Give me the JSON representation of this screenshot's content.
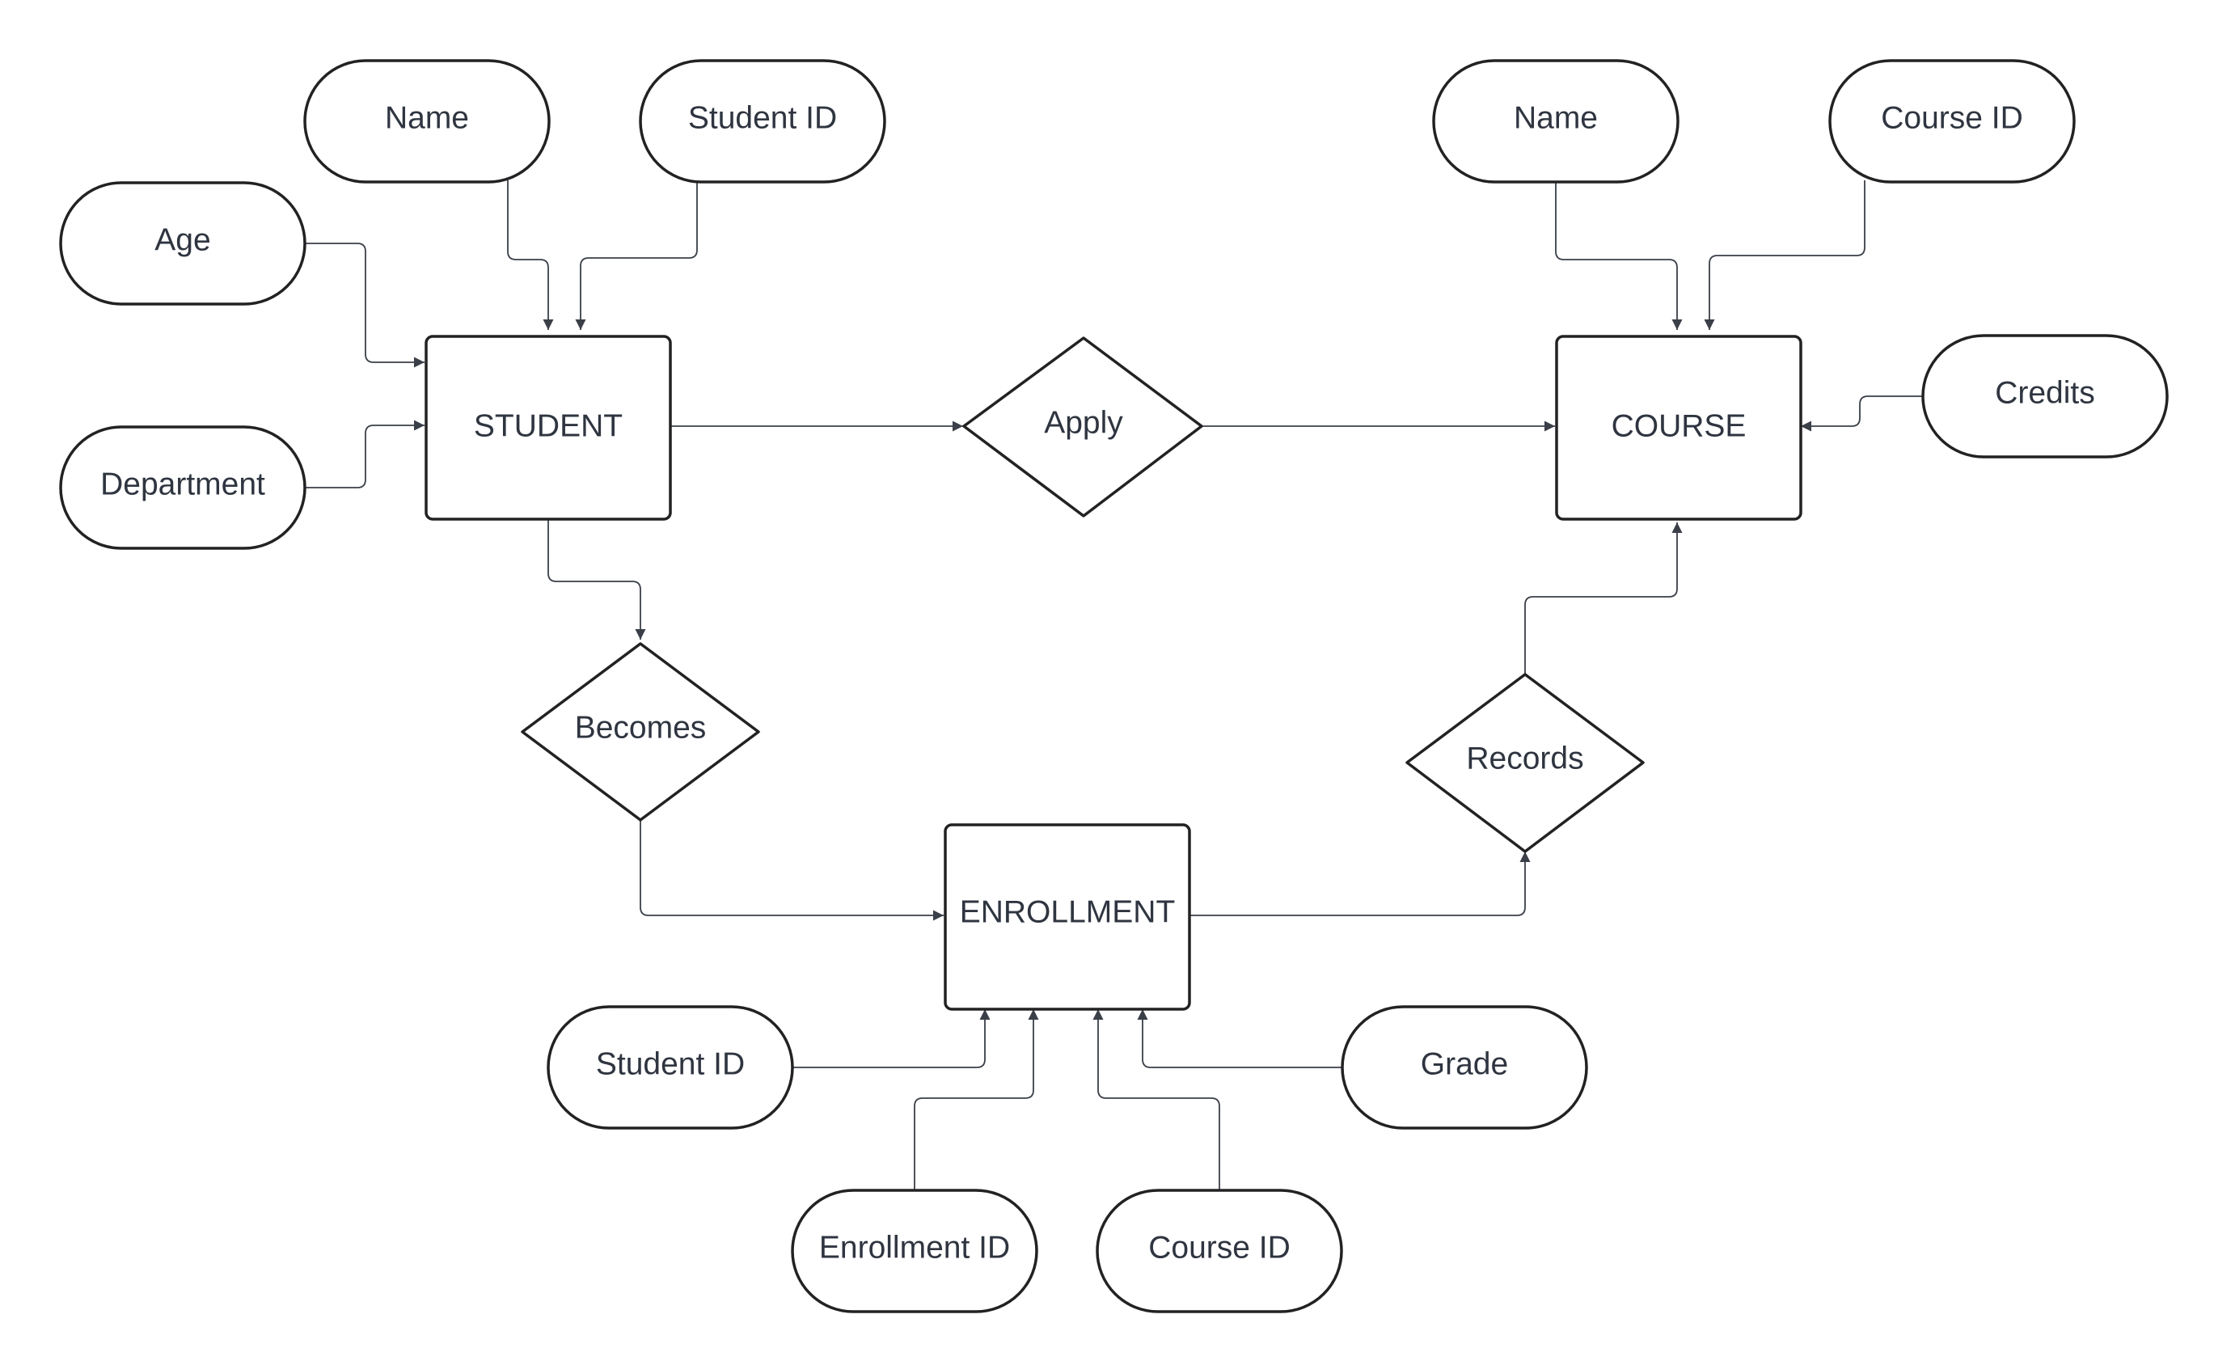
{
  "diagram": {
    "entities": {
      "student": "STUDENT",
      "course": "COURSE",
      "enrollment": "ENROLLMENT"
    },
    "relationships": {
      "apply": "Apply",
      "becomes": "Becomes",
      "records": "Records"
    },
    "attributes": {
      "student_name": "Name",
      "student_id": "Student ID",
      "student_age": "Age",
      "student_department": "Department",
      "course_name": "Name",
      "course_id": "Course ID",
      "course_credits": "Credits",
      "enrollment_student_id": "Student ID",
      "enrollment_id": "Enrollment ID",
      "enrollment_course_id": "Course ID",
      "enrollment_grade": "Grade"
    }
  }
}
